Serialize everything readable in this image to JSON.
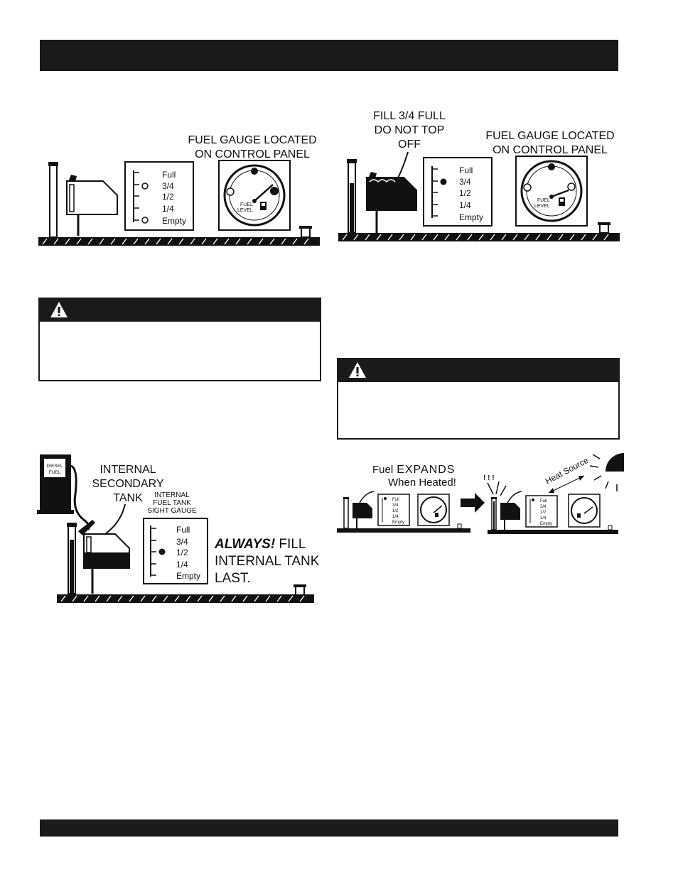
{
  "figure1": {
    "caption": [
      "FUEL GAUGE LOCATED",
      "ON CONTROL PANEL"
    ],
    "gauge_levels": [
      "Full",
      "3/4",
      "1/2",
      "1/4",
      "Empty"
    ],
    "dial_label": [
      "FUEL",
      "LEVEL"
    ]
  },
  "figure2": {
    "fill_note": [
      "FILL 3/4 FULL",
      "DO NOT TOP",
      "OFF"
    ],
    "caption": [
      "FUEL GAUGE LOCATED",
      "ON CONTROL PANEL"
    ],
    "gauge_levels": [
      "Full",
      "3/4",
      "1/2",
      "1/4",
      "Empty"
    ],
    "dial_label": [
      "FUEL",
      "LEVEL"
    ]
  },
  "figure3": {
    "pump_label": [
      "DIESEL",
      "FUEL"
    ],
    "tank_label": [
      "INTERNAL",
      "SECONDARY",
      "TANK"
    ],
    "sight_gauge_label": [
      "INTERNAL",
      "FUEL TANK",
      "SIGHT GAUGE"
    ],
    "gauge_levels": [
      "Full",
      "3/4",
      "1/2",
      "1/4",
      "Empty"
    ],
    "always_emphasis": "ALWAYS!",
    "always_rest": [
      " FILL",
      "INTERNAL TANK",
      "LAST."
    ]
  },
  "figure4": {
    "expand_word": "Fuel",
    "expand_emphasis": "EXPANDS",
    "expand_line2": "When Heated!",
    "heat_label": "Heat Source",
    "gauge_levels": [
      "Full",
      "3/4",
      "1/2",
      "1/4",
      "Empty"
    ]
  }
}
